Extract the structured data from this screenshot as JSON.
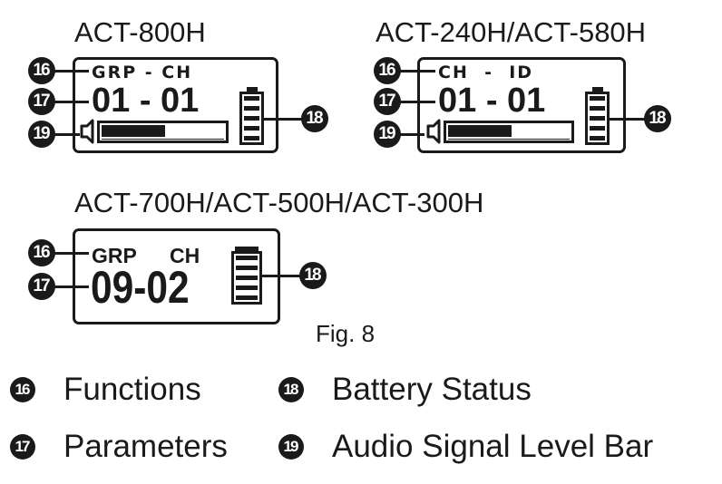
{
  "figure": {
    "caption": "Fig. 8",
    "displays": [
      {
        "model": "ACT-800H",
        "function_label": "GRP - CH",
        "parameter_value": "01 - 01",
        "audio_level_fraction": 0.52,
        "battery_segments_filled": 5,
        "battery_segments_total": 5,
        "callouts": [
          "16",
          "17",
          "19",
          "18"
        ]
      },
      {
        "model": "ACT-240H/ACT-580H",
        "function_label": "CH  -  ID",
        "parameter_value": "01 - 01",
        "audio_level_fraction": 0.52,
        "battery_segments_filled": 5,
        "battery_segments_total": 5,
        "callouts": [
          "16",
          "17",
          "19",
          "18"
        ]
      },
      {
        "model": "ACT-700H/ACT-500H/ACT-300H",
        "function_label_left": "GRP",
        "function_label_right": "CH",
        "parameter_value": "09-02",
        "battery_segments_filled": 5,
        "battery_segments_total": 5,
        "callouts": [
          "16",
          "17",
          "18"
        ]
      }
    ]
  },
  "legend": [
    {
      "number": "16",
      "label": "Functions"
    },
    {
      "number": "17",
      "label": "Parameters"
    },
    {
      "number": "18",
      "label": "Battery Status"
    },
    {
      "number": "19",
      "label": "Audio Signal Level Bar"
    }
  ]
}
